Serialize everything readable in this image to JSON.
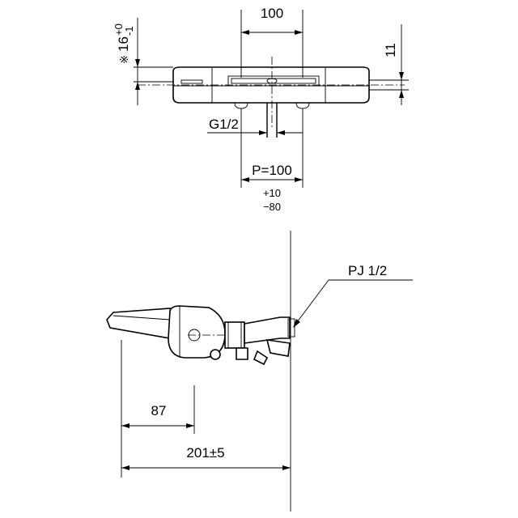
{
  "top_view": {
    "width_dim": "100",
    "height_dim": "16",
    "height_tol_upper": "+0",
    "height_tol_lower": "-1",
    "height_mark": "※",
    "offset_dim": "11",
    "thread_label": "G1/2",
    "pitch_label": "P=100",
    "pitch_tol_upper": "+10",
    "pitch_tol_lower": "−80"
  },
  "side_view": {
    "pipe_label": "PJ 1/2",
    "depth_dim": "87",
    "projection_dim": "201±5"
  }
}
